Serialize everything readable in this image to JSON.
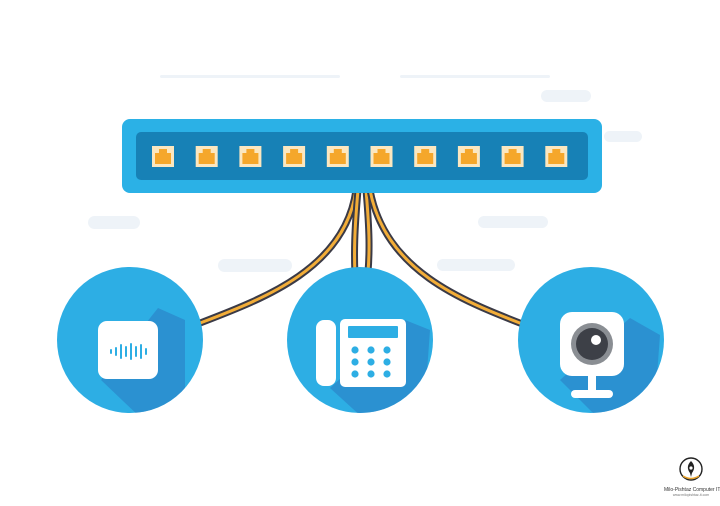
{
  "title": "",
  "switch": {
    "port_count": 10,
    "body_color": "#2bb1e6",
    "panel_color": "#1781b6",
    "port_color": "#f5a72b",
    "port_border_color": "#fbe7c0"
  },
  "cable": {
    "outer_color": "#3a3a46",
    "inner_color": "#f2ad38"
  },
  "devices": [
    {
      "name": "access-point",
      "icon": "access-point-icon",
      "circle_color": "#2daee4"
    },
    {
      "name": "ip-phone",
      "icon": "ip-phone-icon",
      "circle_color": "#2daee4"
    },
    {
      "name": "ip-camera",
      "icon": "ip-camera-icon",
      "circle_color": "#2daee4"
    }
  ],
  "watermark": {
    "icon": "pen-nib-logo-icon",
    "line1": "Milo-Pishtaz Computer IT",
    "line2": "www.milopishtaz-it.com"
  }
}
